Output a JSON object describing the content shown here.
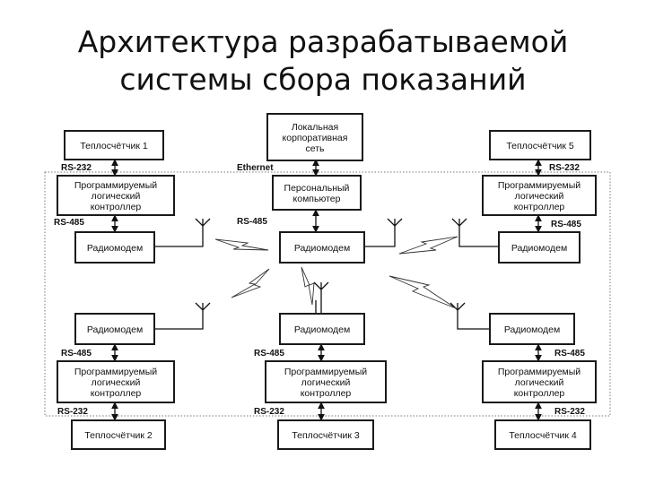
{
  "title": {
    "line1": "Архитектура разрабатываемой",
    "line2": "системы сбора показаний"
  },
  "boxes": {
    "lan": [
      "Локальная",
      "корпоративная",
      "сеть"
    ],
    "pc": [
      "Персональный",
      "компьютер"
    ],
    "central_modem": [
      "Радиомодем"
    ],
    "heat1": [
      "Теплосчётчик 1"
    ],
    "plc1": [
      "Программируемый",
      "логический",
      "контроллер"
    ],
    "modem1": [
      "Радиомодем"
    ],
    "heat5": [
      "Теплосчётчик 5"
    ],
    "plc5": [
      "Программируемый",
      "логический",
      "контроллер"
    ],
    "modem5": [
      "Радиомодем"
    ],
    "modem2": [
      "Радиомодем"
    ],
    "plc2": [
      "Программируемый",
      "логический",
      "контроллер"
    ],
    "heat2": [
      "Теплосчётчик 2"
    ],
    "modem3": [
      "Радиомодем"
    ],
    "plc3": [
      "Программируемый",
      "логический",
      "контроллер"
    ],
    "heat3": [
      "Теплосчётчик 3"
    ],
    "modem4": [
      "Радиомодем"
    ],
    "plc4": [
      "Программируемый",
      "логический",
      "контроллер"
    ],
    "heat4": [
      "Теплосчётчик 4"
    ]
  },
  "labels": {
    "ethernet": "Ethernet",
    "rs485_pc": "RS-485",
    "rs232_1": "RS-232",
    "rs485_1": "RS-485",
    "rs232_5": "RS-232",
    "rs485_5": "RS-485",
    "rs485_2": "RS-485",
    "rs232_2": "RS-232",
    "rs485_3": "RS-485",
    "rs232_3": "RS-232",
    "rs485_4": "RS-485",
    "rs232_4": "RS-232"
  },
  "icons": {
    "antenna": "antenna-icon",
    "radio_link": "lightning-bolt-icon"
  }
}
